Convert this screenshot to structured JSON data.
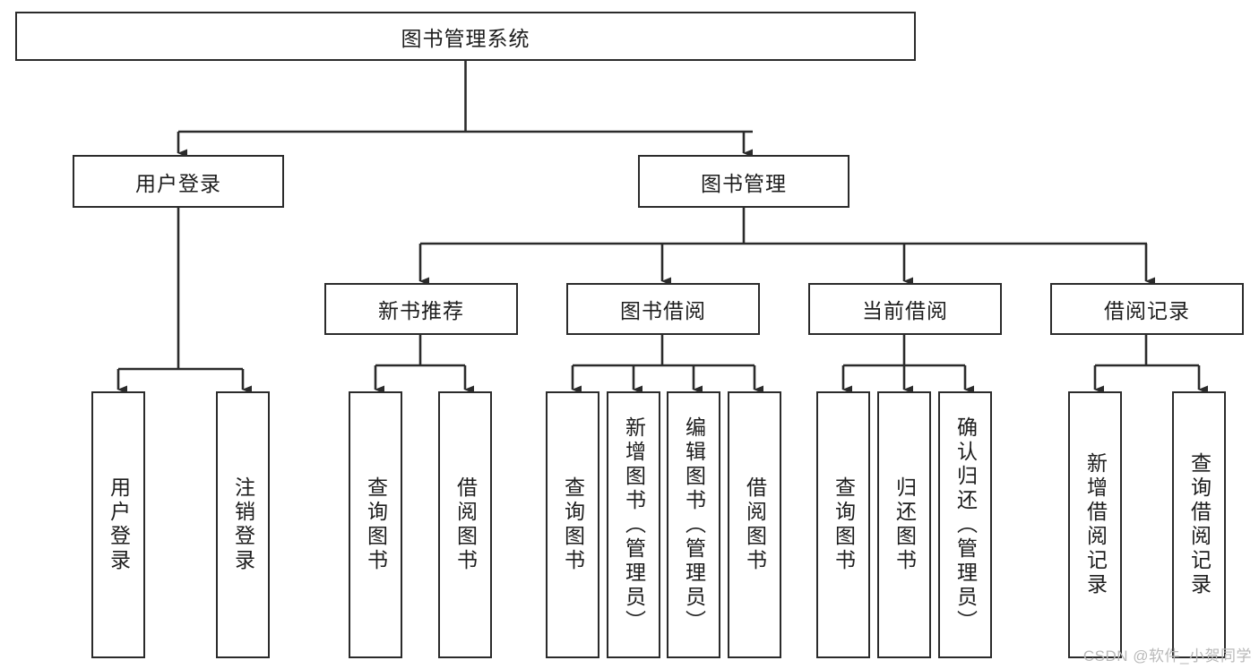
{
  "diagram": {
    "title_node": {
      "label": "图书管理系统"
    },
    "level2": [
      {
        "id": "user-login",
        "label": "用户登录"
      },
      {
        "id": "book-management",
        "label": "图书管理"
      }
    ],
    "level3": [
      {
        "id": "new-book-recommend",
        "label": "新书推荐"
      },
      {
        "id": "book-borrow",
        "label": "图书借阅"
      },
      {
        "id": "current-borrow",
        "label": "当前借阅"
      },
      {
        "id": "borrow-record",
        "label": "借阅记录"
      }
    ],
    "leaves": {
      "user_login": [
        {
          "id": "leaf-user-login",
          "label": "用户登录"
        },
        {
          "id": "leaf-logout-login",
          "label": "注销登录"
        }
      ],
      "new_book_recommend": [
        {
          "id": "leaf-query-book-1",
          "label": "查询图书"
        },
        {
          "id": "leaf-borrow-book-1",
          "label": "借阅图书"
        }
      ],
      "book_borrow": [
        {
          "id": "leaf-query-book-2",
          "label": "查询图书"
        },
        {
          "id": "leaf-add-book",
          "label": "新增图书（管理员）"
        },
        {
          "id": "leaf-edit-book",
          "label": "编辑图书（管理员）"
        },
        {
          "id": "leaf-borrow-book-2",
          "label": "借阅图书"
        }
      ],
      "current_borrow": [
        {
          "id": "leaf-query-book-3",
          "label": "查询图书"
        },
        {
          "id": "leaf-return-book",
          "label": "归还图书"
        },
        {
          "id": "leaf-confirm-return",
          "label": "确认归还（管理员）"
        }
      ],
      "borrow_record": [
        {
          "id": "leaf-add-record",
          "label": "新增借阅记录"
        },
        {
          "id": "leaf-query-record",
          "label": "查询借阅记录"
        }
      ]
    }
  },
  "watermark": {
    "text": "CSDN @软件_小贺同学"
  },
  "colors": {
    "stroke": "#2b2b2b",
    "fill": "#ffffff",
    "text": "#1d1d1d",
    "watermark": "#b9b9b9"
  }
}
